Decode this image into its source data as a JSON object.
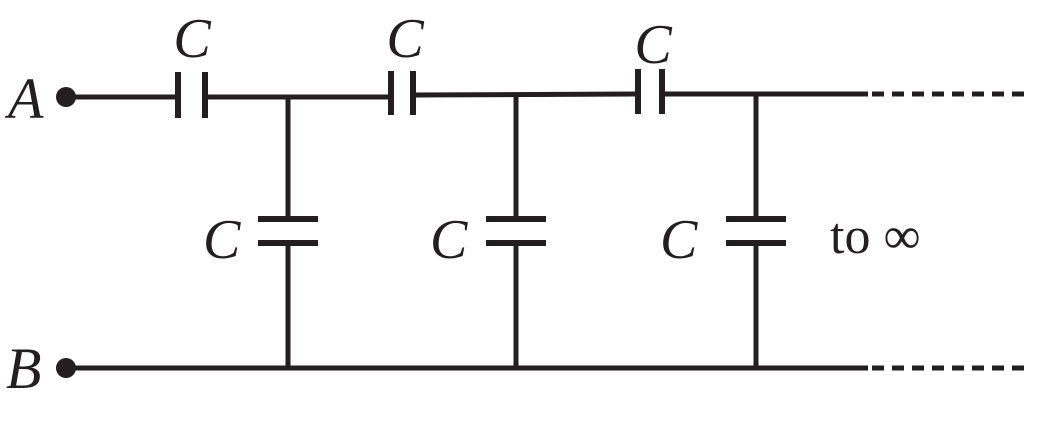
{
  "terminals": {
    "a": "A",
    "b": "B"
  },
  "capacitors": {
    "series_1": "C",
    "series_2": "C",
    "series_3": "C",
    "shunt_1": "C",
    "shunt_2": "C",
    "shunt_3": "C"
  },
  "note": "to ∞",
  "colors": {
    "ink": "#231f20",
    "background": "#ffffff"
  }
}
